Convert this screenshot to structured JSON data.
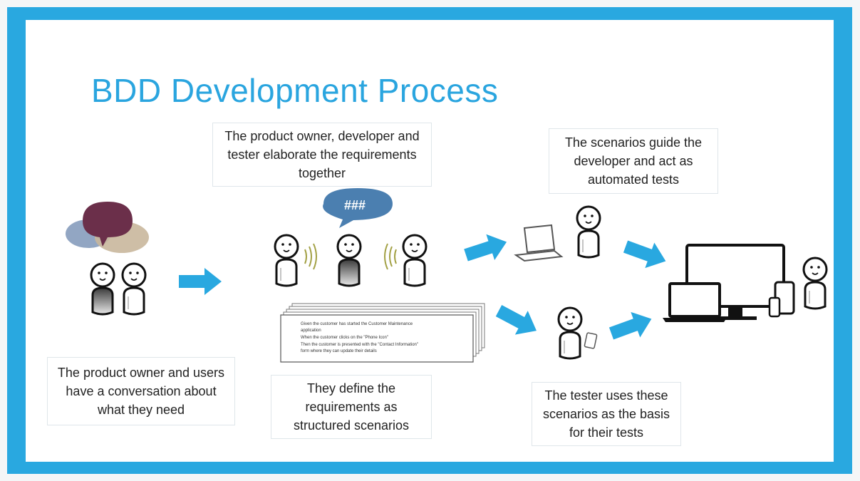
{
  "title": "BDD Development Process",
  "captions": {
    "conversation": "The product owner and users have a conversation about what they need",
    "elaborate": "The product owner, developer and tester elaborate the requirements together",
    "define": "They define the requirements as structured  scenarios",
    "guide": "The scenarios guide the developer and act as automated tests",
    "tester": "The tester uses these scenarios as the basis for their tests"
  },
  "speech_bubble": "###",
  "scenario_card": {
    "line1": "Given the customer has started the Customer Maintenance",
    "line2": "application",
    "line3": "When the customer clicks on the \"Phone Icon\"",
    "line4": "Then the customer is presented with the \"Contact Information\"",
    "line5": "form where they can update their details"
  },
  "colors": {
    "frame": "#29a8e0",
    "title": "#2aa5df",
    "arrow": "#29a8e0",
    "bubble_dark": "#6b2f4a",
    "bubble_tan": "#c9b79c",
    "bubble_blue": "#7f97b8",
    "speech_bubble": "#4b7fb0",
    "sound_waves": "#a3a145"
  }
}
